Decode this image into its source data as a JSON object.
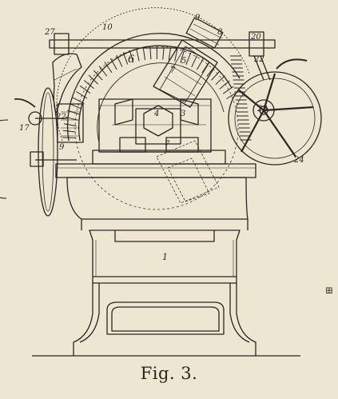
{
  "plate": {
    "caption": "Fig. 3.",
    "edge_glyph": "⊞",
    "ink_color": "#2b2620",
    "paper_color": "#ece6d2"
  },
  "callouts": {
    "n1": "1",
    "n3": "3",
    "n4": "4",
    "n5": "5",
    "n6": "6",
    "n7a": "7",
    "n7b": "7",
    "n8": "8",
    "n9": "9",
    "n10": "10",
    "n17": "17",
    "n20": "20",
    "n22a": "22",
    "n22b": "22",
    "n23": "23",
    "n24": "24",
    "n27": "27",
    "n9b": "9"
  }
}
